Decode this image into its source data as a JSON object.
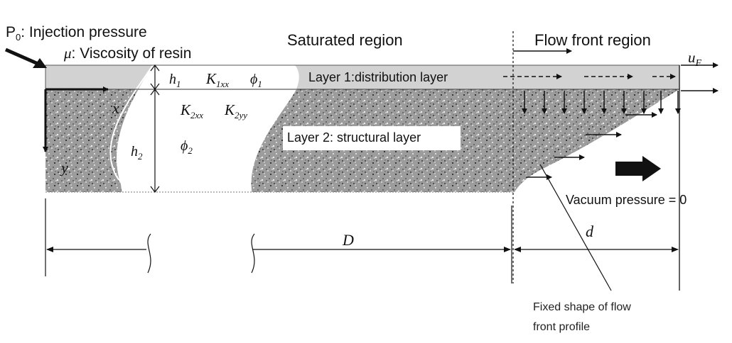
{
  "labels": {
    "p0_symbol": "P",
    "p0_sub": "0",
    "injection": ": Injection pressure",
    "mu_symbol": "μ",
    "viscosity": ": Viscosity of resin",
    "saturated": "Saturated region",
    "flow_front": "Flow front region",
    "uf_symbol": "u",
    "uf_sub": "F",
    "layer1": "Layer 1:distribution layer",
    "layer2": "Layer 2: structural layer",
    "h1": "h",
    "h1_sub": "1",
    "k1": "K",
    "k1_sub": "1xx",
    "phi1": "ϕ",
    "phi1_sub": "1",
    "k2xx": "K",
    "k2xx_sub": "2xx",
    "k2yy": "K",
    "k2yy_sub": "2yy",
    "h2": "h",
    "h2_sub": "2",
    "phi2": "ϕ",
    "phi2_sub": "2",
    "x_axis": "x",
    "y_axis": "y",
    "vacuum": "Vacuum pressure = 0",
    "D": "D",
    "d": "d",
    "fixed_shape_line1": "Fixed shape of flow",
    "fixed_shape_line2": "front profile"
  },
  "colors": {
    "layer1_fill": "#d4d4d4",
    "layer2_fill": "#9a9a9a",
    "ink": "#111111"
  }
}
